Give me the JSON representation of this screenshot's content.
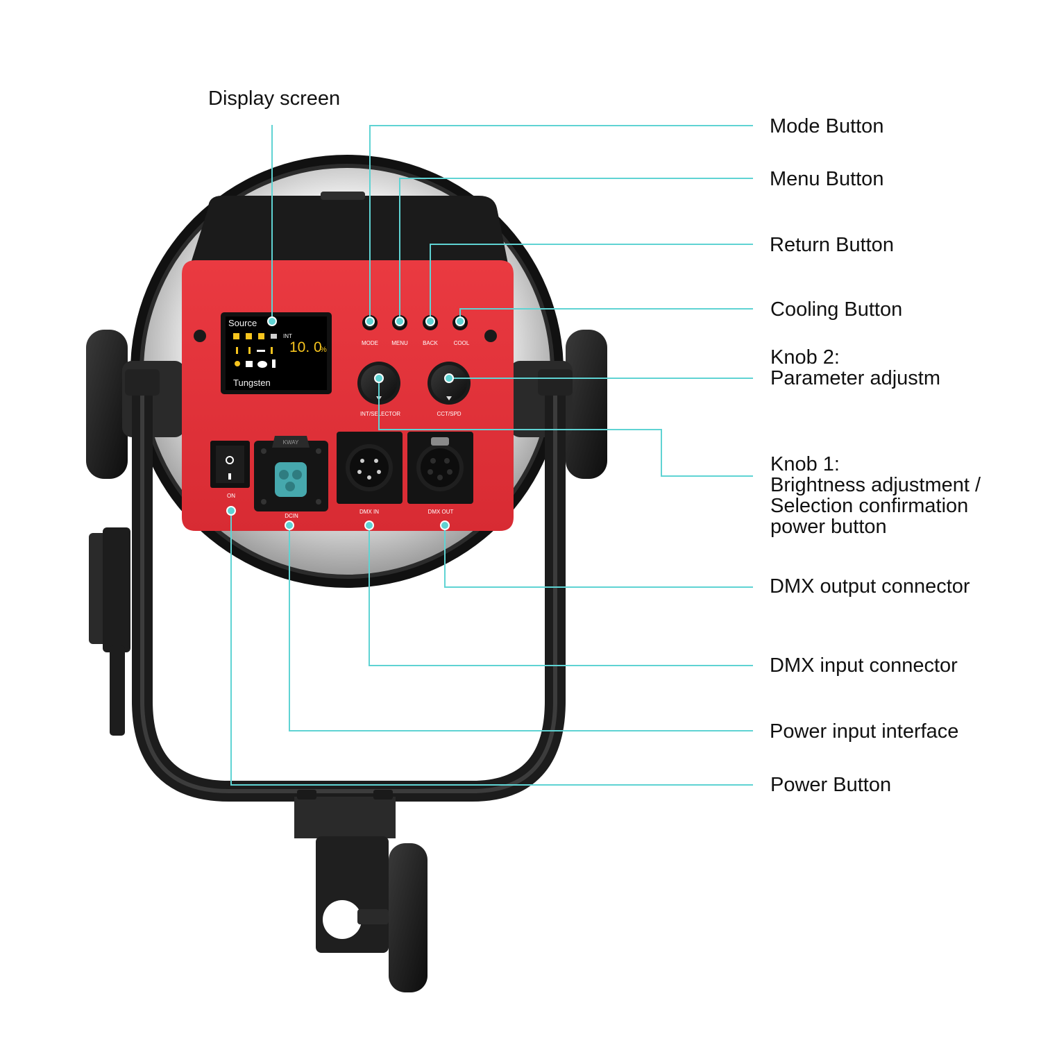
{
  "colors": {
    "accent_line": "#5fd3d3",
    "panel_red": "#e8333c",
    "body_black": "#1c1c1e",
    "screen_bg": "#000000",
    "screen_text": "#f2f2f2",
    "screen_value": "#f7c51e"
  },
  "panel": {
    "screen": {
      "source_label": "Source",
      "int_label": "INT",
      "value": "10. 0",
      "unit": "%",
      "preset_name": "Tungsten"
    },
    "buttons": [
      "MODE",
      "MENU",
      "BACK",
      "COOL"
    ],
    "knobs": [
      "INT/SELECTOR",
      "CCT/SPD"
    ],
    "connectors": {
      "power_switch": "ON",
      "dc_in": "DCIN",
      "dmx_in": "DMX IN",
      "dmx_out": "DMX OUT",
      "dc_brand": "KWAY"
    }
  },
  "callouts": {
    "display_screen": "Display screen",
    "mode_button": "Mode Button",
    "menu_button": "Menu Button",
    "return_button": "Return Button",
    "cooling_button": "Cooling Button",
    "knob2": [
      "Knob 2:",
      "Parameter adjustm"
    ],
    "knob1": [
      "Knob 1:",
      "Brightness adjustment /",
      "Selection confirmation",
      "power button"
    ],
    "dmx_output": "DMX output connector",
    "dmx_input": "DMX input connector",
    "power_input": "Power input interface",
    "power_button": "Power Button"
  }
}
